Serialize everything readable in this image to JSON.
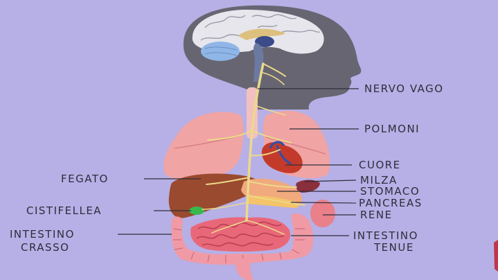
{
  "labels": {
    "nervo_vago": "NERVO VAGO",
    "polmoni": "POLMONI",
    "cuore": "CUORE",
    "fegato": "FEGATO",
    "milza": "MILZA",
    "stomaco": "STOMACO",
    "cistifellea": "CISTIFELLEA",
    "pancreas": "PANCREAS",
    "rene": "RENE",
    "intestino_crasso_1": "INTESTINO",
    "intestino_crasso_2": "CRASSO",
    "intestino_tenue_1": "INTESTINO",
    "intestino_tenue_2": "TENUE"
  },
  "colors": {
    "background": "#b6b0e6",
    "head": "#676572",
    "brain": "#e6e6ec",
    "lungs": "#f0a4a4",
    "liver": "#9a4a2e",
    "heart": "#c43a2a",
    "intestine": "#f09aa6",
    "nerve": "#ecd98a",
    "gallbladder": "#39b84c",
    "leader_line": "#2d2d3a"
  }
}
